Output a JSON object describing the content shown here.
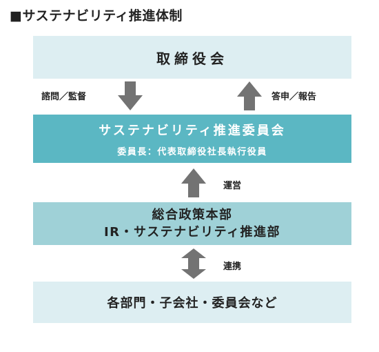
{
  "title": "■サステナビリティ推進体制",
  "board": {
    "label": "取締役会"
  },
  "edges": {
    "consult_supervise": "諮問／監督",
    "report": "答申／報告",
    "operate": "運営",
    "cooperate": "連携"
  },
  "committee": {
    "name": "サステナビリティ推進委員会",
    "chair": "委員長：代表取締役社長執行役員"
  },
  "department": {
    "line1": "総合政策本部",
    "line2": "IR・サステナビリティ推進部"
  },
  "others": {
    "label": "各部門・子会社・委員会など"
  },
  "colors": {
    "light_box": "#ddeef2",
    "committee_box": "#5bb7c3",
    "department_box": "#9fd1d7",
    "arrow": "#737373"
  }
}
